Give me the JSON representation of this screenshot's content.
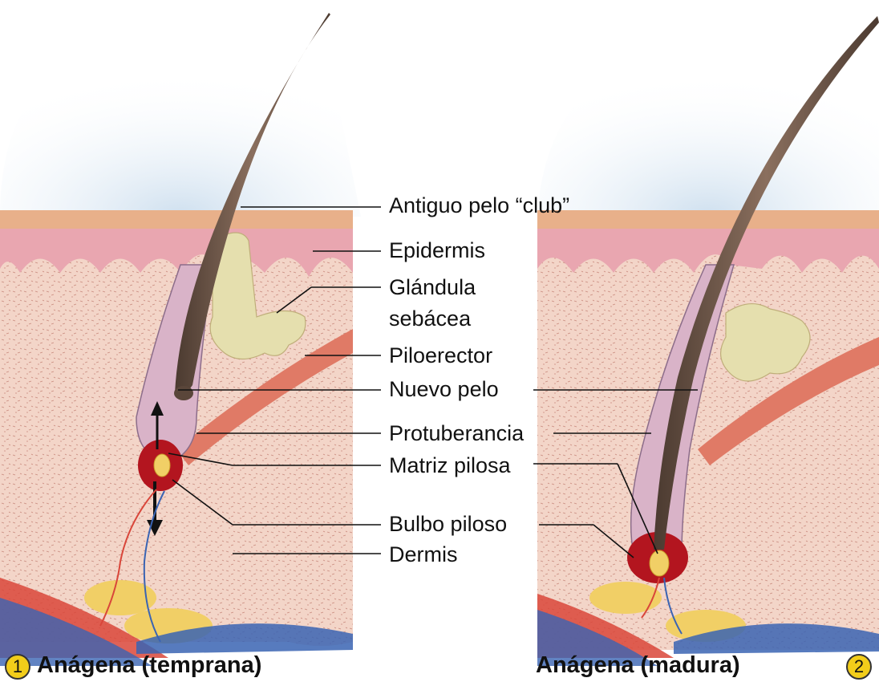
{
  "labels": {
    "club_hair": "Antiguo pelo “club”",
    "epidermis": "Epidermis",
    "sebaceous_1": "Glándula",
    "sebaceous_2": "sebácea",
    "arrector": "Piloerector",
    "new_hair": "Nuevo pelo",
    "bulge": "Protuberancia",
    "matrix": "Matriz pilosa",
    "bulb": "Bulbo piloso",
    "dermis": "Dermis"
  },
  "panels": {
    "left": {
      "number": "1",
      "title": "Anágena (temprana)"
    },
    "right": {
      "number": "2",
      "title": "Anágena (madura)"
    }
  },
  "colors": {
    "sky": "#c9dced",
    "dermis": "#f2d2c4",
    "epidermis": "#e9a6b0",
    "skin_surface": "#e8b08a",
    "hair": "#6a5244",
    "sebaceous": "#e5dfae",
    "muscle": "#e07a66",
    "bulb": "#b3151f",
    "badge": "#f2cd1a"
  }
}
